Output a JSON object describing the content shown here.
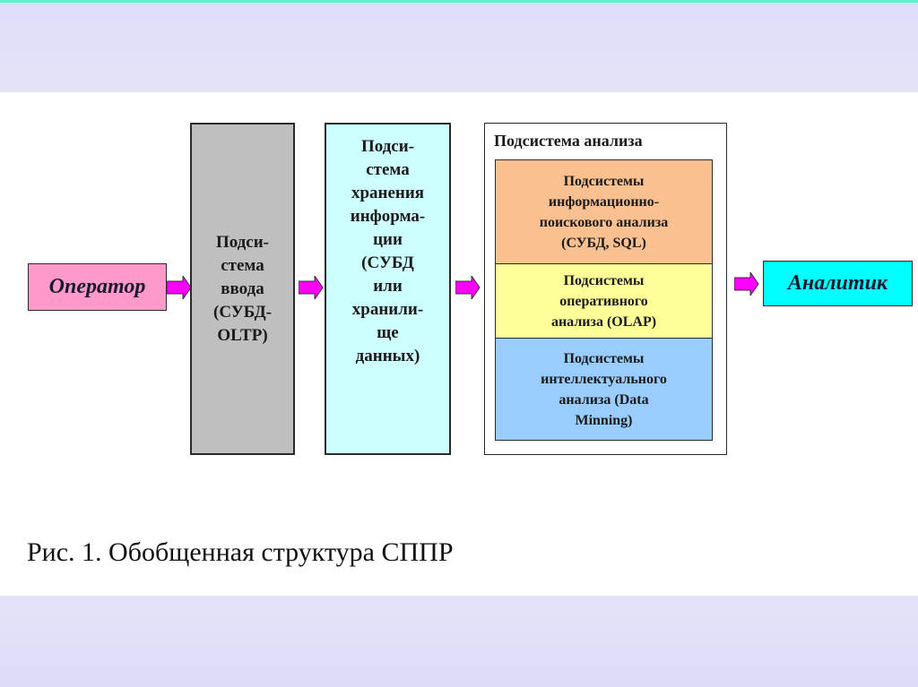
{
  "diagram": {
    "operator": {
      "label": "Оператор",
      "color": "#ff99cc"
    },
    "input_subsystem": {
      "label": "Подси-\nстема\nввода\n(СУБД-\nOLTP)",
      "color": "#bfbfbf"
    },
    "storage_subsystem": {
      "label": "Подси-\nстема\nхранения\nинформа-\nции\n(СУБД\nили\nхранили-\nще\nданных)",
      "color": "#ccffff"
    },
    "analysis_subsystem": {
      "title": "Подсистема анализа",
      "parts": [
        {
          "label": "Подсистемы\nинформационно-\nпоискового анализа\n(СУБД, SQL)",
          "color": "#fac090"
        },
        {
          "label": "Подсистемы\nоперативного\nанализа (OLAP)",
          "color": "#ffff99"
        },
        {
          "label": "Подсистемы\nинтеллектуального\nанализа (Data\nMinning)",
          "color": "#99ccff"
        }
      ]
    },
    "analyst": {
      "label": "Аналитик",
      "color": "#00ffff"
    },
    "arrow_color": "#ff00ff"
  },
  "caption": "Рис. 1. Обобщенная структура СППР"
}
